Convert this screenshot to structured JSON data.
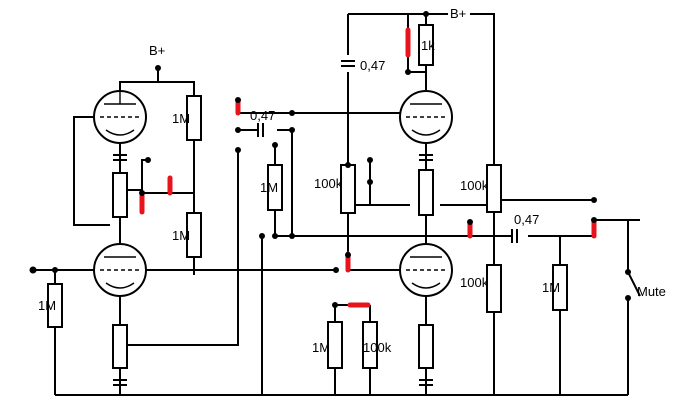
{
  "labels": {
    "bplus_left": "B+",
    "bplus_right": "B+",
    "r_1m_top": "1M",
    "r_1m_mid": "1M",
    "r_1m_inner": "1M",
    "r_1m_input": "1M",
    "r_1m_bottom": "1M",
    "r_1m_right": "1M",
    "r_1k": "1k",
    "pot_100k_mid": "100k",
    "pot_100k_right": "100k",
    "r_100k_right_low": "100k",
    "r_100k_bottom": "100k",
    "cap_047_left": "0,47",
    "cap_047_top": "0,47",
    "cap_047_right": "0,47",
    "mute": "Mute"
  },
  "colors": {
    "wire": "#000000",
    "highlight": "#e8141c"
  }
}
